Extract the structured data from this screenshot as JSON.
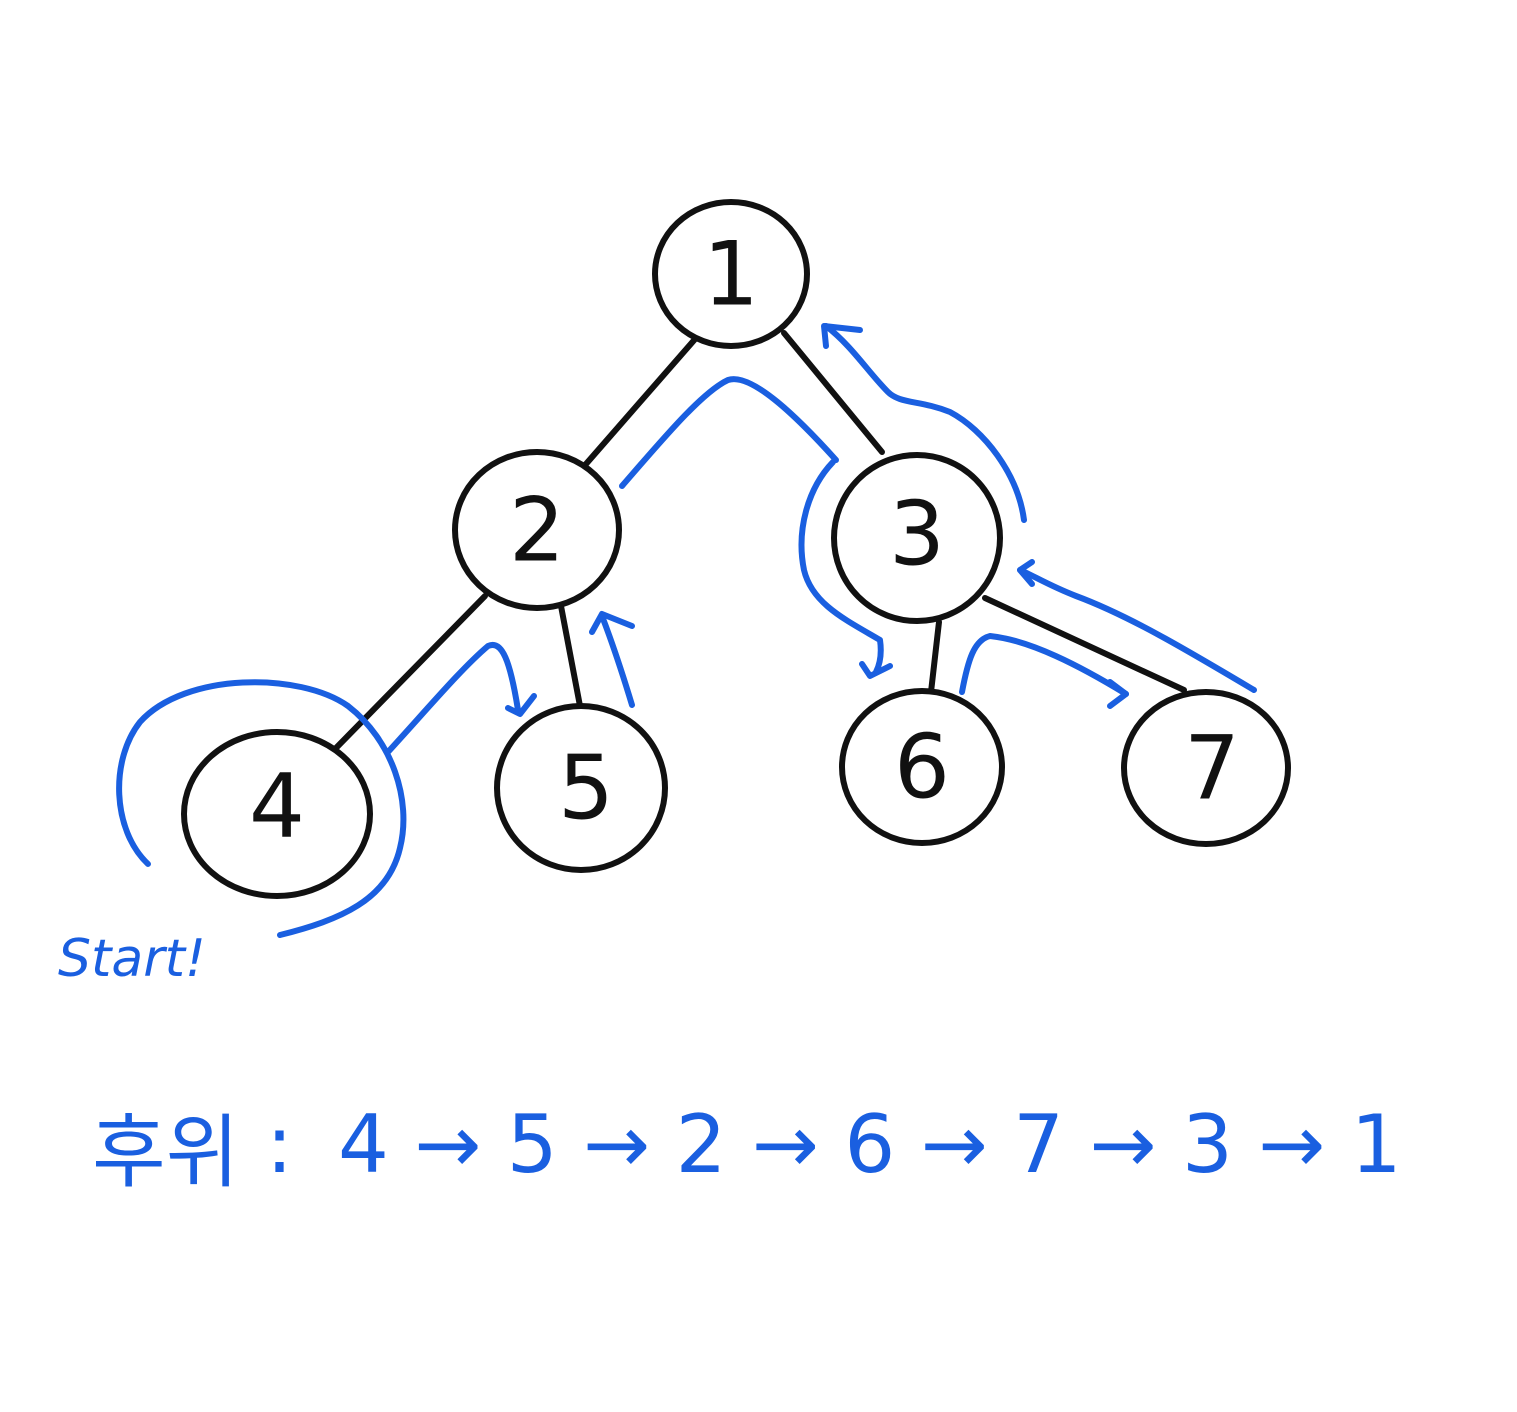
{
  "diagram": {
    "nodes": [
      {
        "id": "1",
        "label": "1"
      },
      {
        "id": "2",
        "label": "2"
      },
      {
        "id": "3",
        "label": "3"
      },
      {
        "id": "4",
        "label": "4"
      },
      {
        "id": "5",
        "label": "5"
      },
      {
        "id": "6",
        "label": "6"
      },
      {
        "id": "7",
        "label": "7"
      }
    ],
    "edges": [
      {
        "from": "1",
        "to": "2"
      },
      {
        "from": "1",
        "to": "3"
      },
      {
        "from": "2",
        "to": "4"
      },
      {
        "from": "2",
        "to": "5"
      },
      {
        "from": "3",
        "to": "6"
      },
      {
        "from": "3",
        "to": "7"
      }
    ],
    "start_label": "Start!",
    "traversal_label": "후위",
    "traversal_separator": ":",
    "traversal_order": "4 → 5 → 2 → 6 → 7 → 3 → 1",
    "colors": {
      "ink": "#111111",
      "path": "#1a5fe0"
    }
  }
}
